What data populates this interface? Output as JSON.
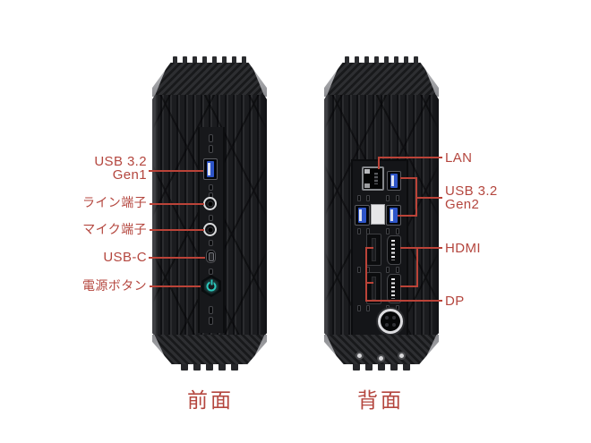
{
  "front": {
    "caption": "前面",
    "labels": {
      "usb": {
        "line1": "USB 3.2",
        "line2": "Gen1"
      },
      "line_jack": "ライン端子",
      "mic_jack": "マイク端子",
      "usb_c": "USB-C",
      "power": "電源ボタン"
    },
    "ports": [
      "usb-a-port",
      "line-out-jack",
      "mic-jack",
      "usb-c-port",
      "power-button"
    ]
  },
  "back": {
    "caption": "背面",
    "labels": {
      "lan": "LAN",
      "usb": {
        "line1": "USB 3.2",
        "line2": "Gen2"
      },
      "hdmi": "HDMI",
      "dp": "DP"
    },
    "ports": [
      "lan-rj45-port",
      "usb-a-port",
      "usb-a-port",
      "usb-a-port",
      "hdmi-port",
      "hdmi-port",
      "displayport",
      "displayport",
      "dc-power-connector"
    ]
  },
  "colors": {
    "label_red": "#b4463e",
    "line_red": "#bb4338",
    "usb_blue": "#2e55c8",
    "power_teal": "#2cc8bc",
    "cap_silver": "#a9aaad",
    "body_dark": "#202124"
  }
}
